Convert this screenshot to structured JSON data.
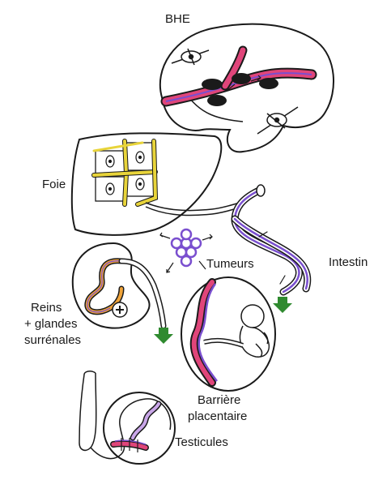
{
  "labels": {
    "bhe": "BHE",
    "foie": "Foie",
    "tumeurs": "Tumeurs",
    "intestin": "Intestin",
    "reins_line1": "Reins",
    "reins_line2": "+ glandes",
    "reins_line3": "surrénales",
    "barriere_line1": "Barrière",
    "barriere_line2": "placentaire",
    "testicules": "Testicules"
  },
  "colors": {
    "outline": "#1a1a1a",
    "blood_vessel": "#e0457a",
    "membrane_purple": "#7a4fcf",
    "bile_yellow": "#e8d43a",
    "urine_orange": "#f0a43a",
    "efflux_arrow_green": "#2f8a2f",
    "tumor_cell": "#9a6fd8"
  },
  "icons": {
    "efflux_arrows": "green-down-arrow-icon",
    "kidney_marker": "plus-circle-icon"
  }
}
